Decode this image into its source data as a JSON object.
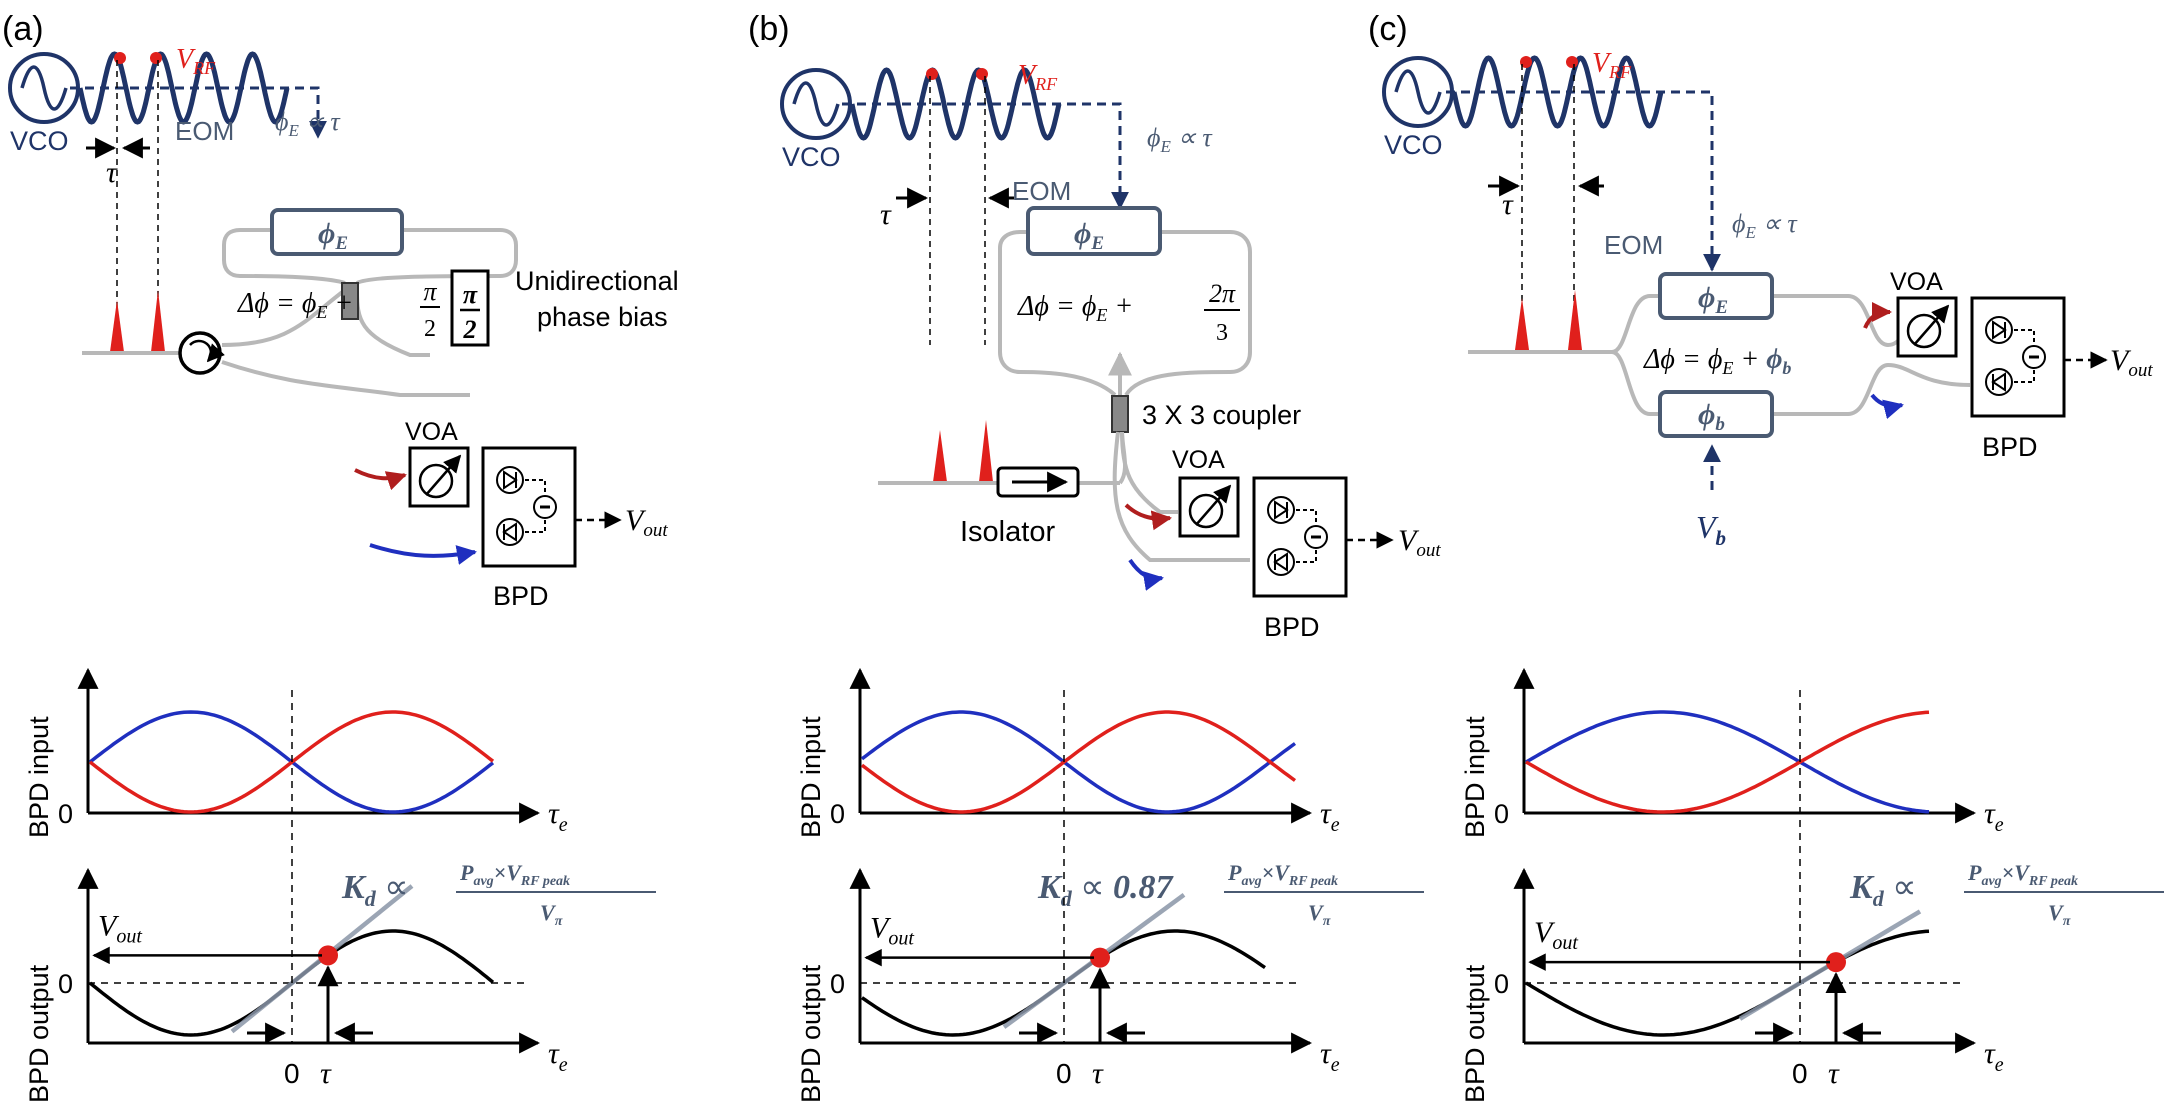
{
  "colors": {
    "navy": "#1f3468",
    "red": "#e0201c",
    "blue": "#1f2fbf",
    "gray_line": "#b8b8b8",
    "slate": "#4a5a72",
    "black": "#000000"
  },
  "panels": [
    {
      "tag": "(a)",
      "vco": "VCO",
      "vrf": "V",
      "vrf_sub": "RF",
      "eom": "EOM",
      "phiE_prop": "ϕ",
      "phiE_prop_sub": "E",
      "phiE_prop_rest": " ∝ τ",
      "tau": "τ",
      "modulator": "ϕ",
      "modulator_sub": "E",
      "equation": "Δϕ = ϕ",
      "equation_sub": "E",
      "equation_rest": " +",
      "frac_num": "π",
      "frac_den": "2",
      "bias_num": "π",
      "bias_den": "2",
      "bias_label_1": "Unidirectional",
      "bias_label_2": "phase bias",
      "voa": "VOA",
      "bpd": "BPD",
      "vout": "V",
      "vout_sub": "out",
      "plot_in_ylabel": "BPD input",
      "plot_out_ylabel": "BPD output",
      "zero": "0",
      "tau_e": "τ",
      "tau_e_sub": "e",
      "vout_plot": "V",
      "vout_plot_sub": "out",
      "x0": "0",
      "xtau": "τ",
      "kd": "K",
      "kd_sub": "d",
      "kd_prop": " ∝",
      "kd_coef": "",
      "kd_num": "P",
      "kd_num_sub": "avg",
      "kd_num_mid": "×V",
      "kd_num_sub2": "RF peak",
      "kd_den": "V",
      "kd_den_sub": "π"
    },
    {
      "tag": "(b)",
      "vco": "VCO",
      "vrf": "V",
      "vrf_sub": "RF",
      "eom": "EOM",
      "phiE_prop": "ϕ",
      "phiE_prop_sub": "E",
      "phiE_prop_rest": " ∝ τ",
      "tau": "τ",
      "modulator": "ϕ",
      "modulator_sub": "E",
      "equation": "Δϕ = ϕ",
      "equation_sub": "E",
      "equation_rest": " +",
      "frac_num": "2π",
      "frac_den": "3",
      "coupler": "3 X 3 coupler",
      "isolator": "Isolator",
      "voa": "VOA",
      "bpd": "BPD",
      "vout": "V",
      "vout_sub": "out",
      "plot_in_ylabel": "BPD input",
      "plot_out_ylabel": "BPD output",
      "zero": "0",
      "tau_e": "τ",
      "tau_e_sub": "e",
      "vout_plot": "V",
      "vout_plot_sub": "out",
      "x0": "0",
      "xtau": "τ",
      "kd": "K",
      "kd_sub": "d",
      "kd_prop": " ∝ ",
      "kd_coef": "0.87",
      "kd_num": "P",
      "kd_num_sub": "avg",
      "kd_num_mid": "×V",
      "kd_num_sub2": "RF peak",
      "kd_den": "V",
      "kd_den_sub": "π"
    },
    {
      "tag": "(c)",
      "vco": "VCO",
      "vrf": "V",
      "vrf_sub": "RF",
      "eom": "EOM",
      "phiE_prop": "ϕ",
      "phiE_prop_sub": "E",
      "phiE_prop_rest": " ∝ τ",
      "tau": "τ",
      "modulator": "ϕ",
      "modulator_sub": "E",
      "modulator2": "ϕ",
      "modulator2_sub": "b",
      "equation": "Δϕ = ϕ",
      "equation_sub": "E",
      "equation_rest": " + ",
      "equation_b": "ϕ",
      "equation_b_sub": "b",
      "vb": "V",
      "vb_sub": "b",
      "voa": "VOA",
      "bpd": "BPD",
      "vout": "V",
      "vout_sub": "out",
      "plot_in_ylabel": "BPD input",
      "plot_out_ylabel": "BPD output",
      "zero": "0",
      "tau_e": "τ",
      "tau_e_sub": "e",
      "vout_plot": "V",
      "vout_plot_sub": "out",
      "x0": "0",
      "xtau": "τ",
      "kd": "K",
      "kd_sub": "d",
      "kd_prop": " ∝",
      "kd_coef": "",
      "kd_num": "P",
      "kd_num_sub": "avg",
      "kd_num_mid": "×V",
      "kd_num_sub2": "RF peak",
      "kd_den": "V",
      "kd_den_sub": "π"
    }
  ]
}
